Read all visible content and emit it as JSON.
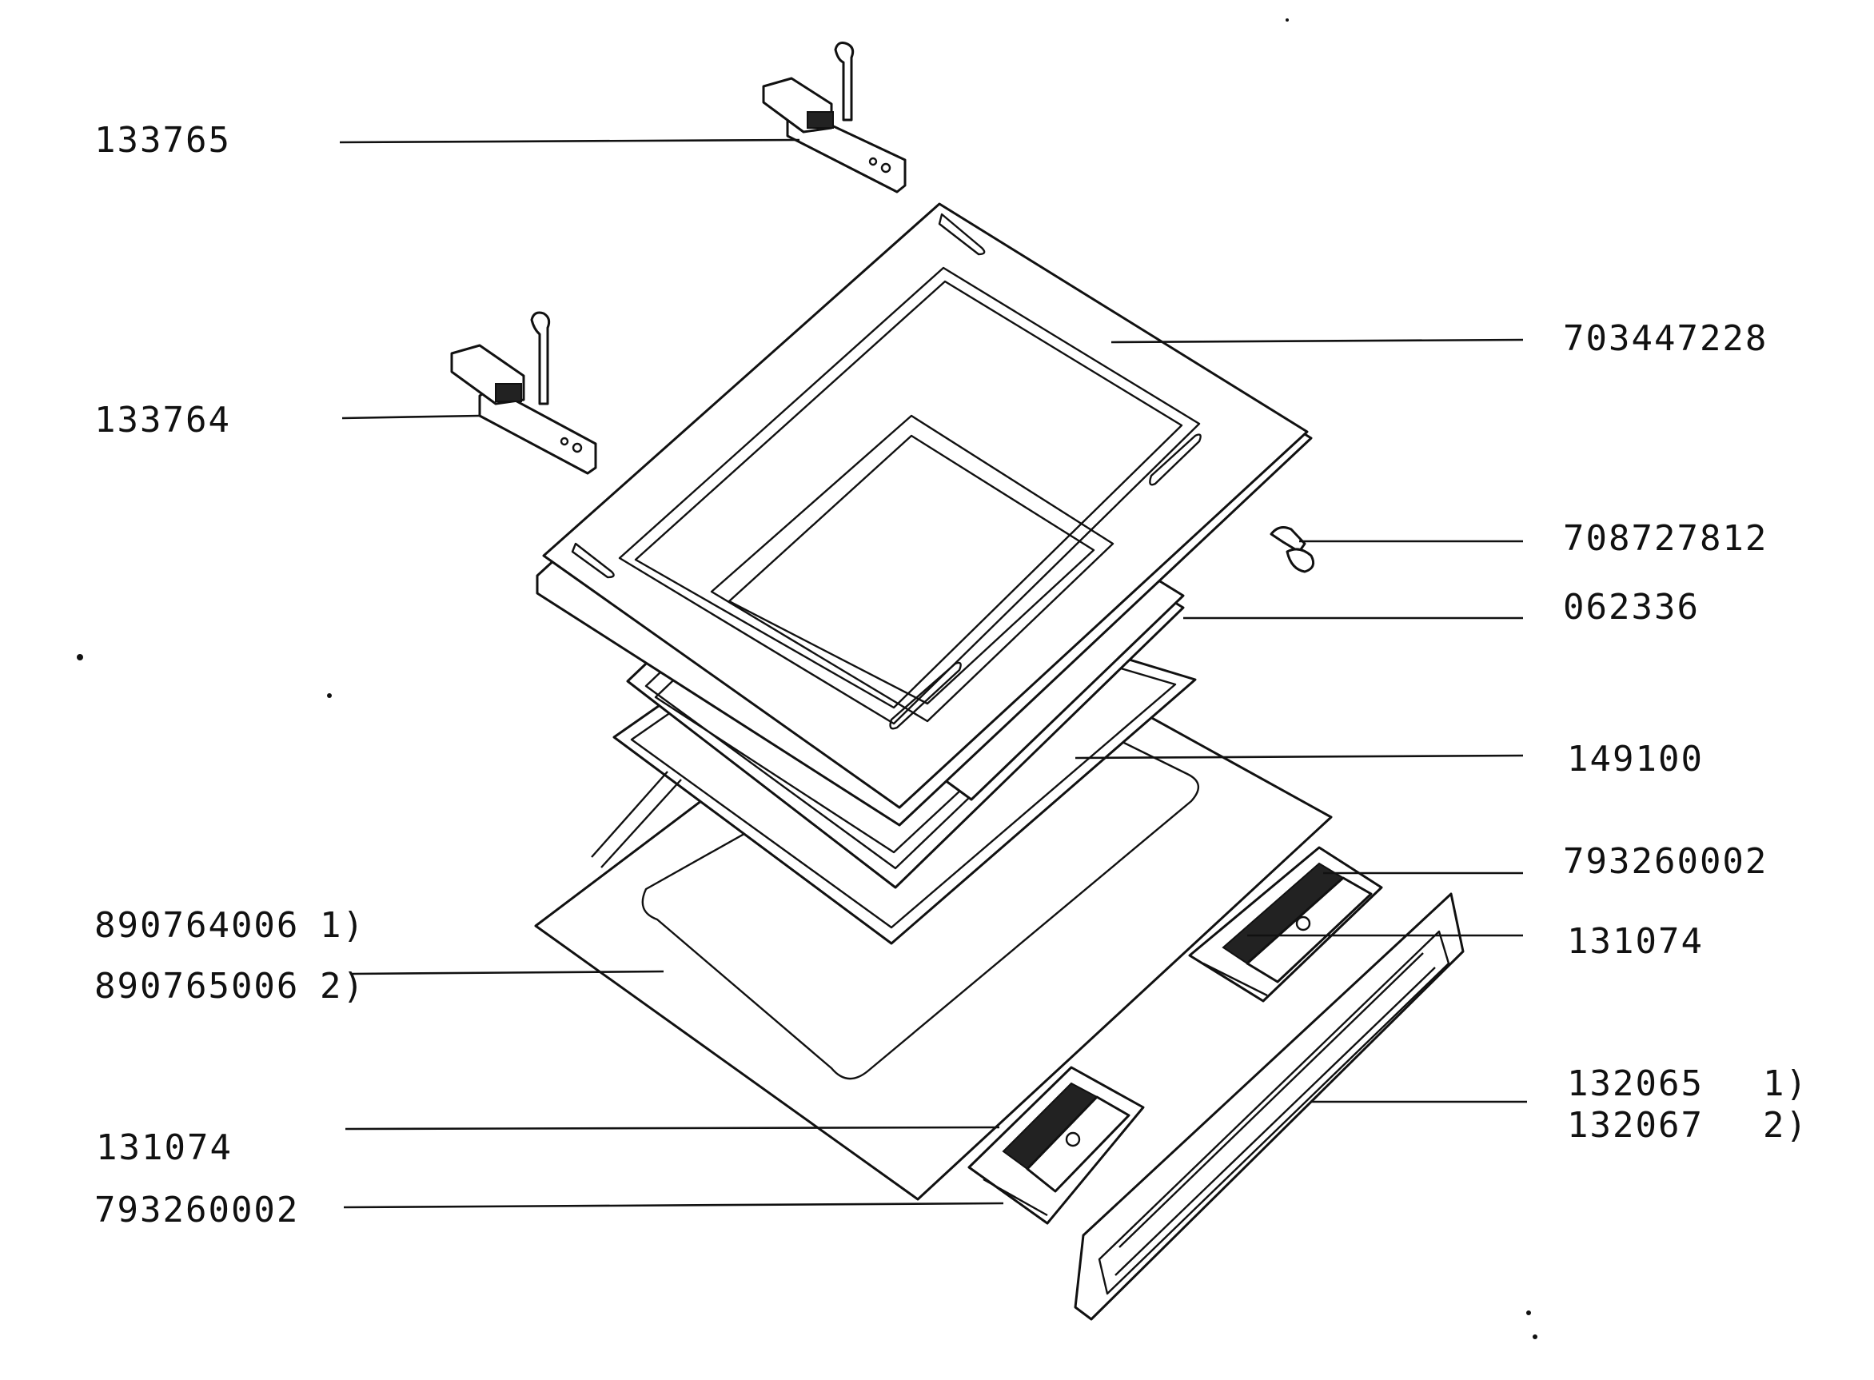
{
  "labels": {
    "p133765": "133765",
    "p133764": "133764",
    "p703447228": "703447228",
    "p708727812": "708727812",
    "p062336": "062336",
    "p149100": "149100",
    "p793260002_right": "793260002",
    "p131074_right": "131074",
    "p890764006": "890764006",
    "p890764006_note": "1)",
    "p890765006": "890765006",
    "p890765006_note": "2)",
    "p132065": "132065",
    "p132065_note": "1)",
    "p132067": "132067",
    "p132067_note": "2)",
    "p131074_left": "131074",
    "p793260002_left": "793260002"
  }
}
